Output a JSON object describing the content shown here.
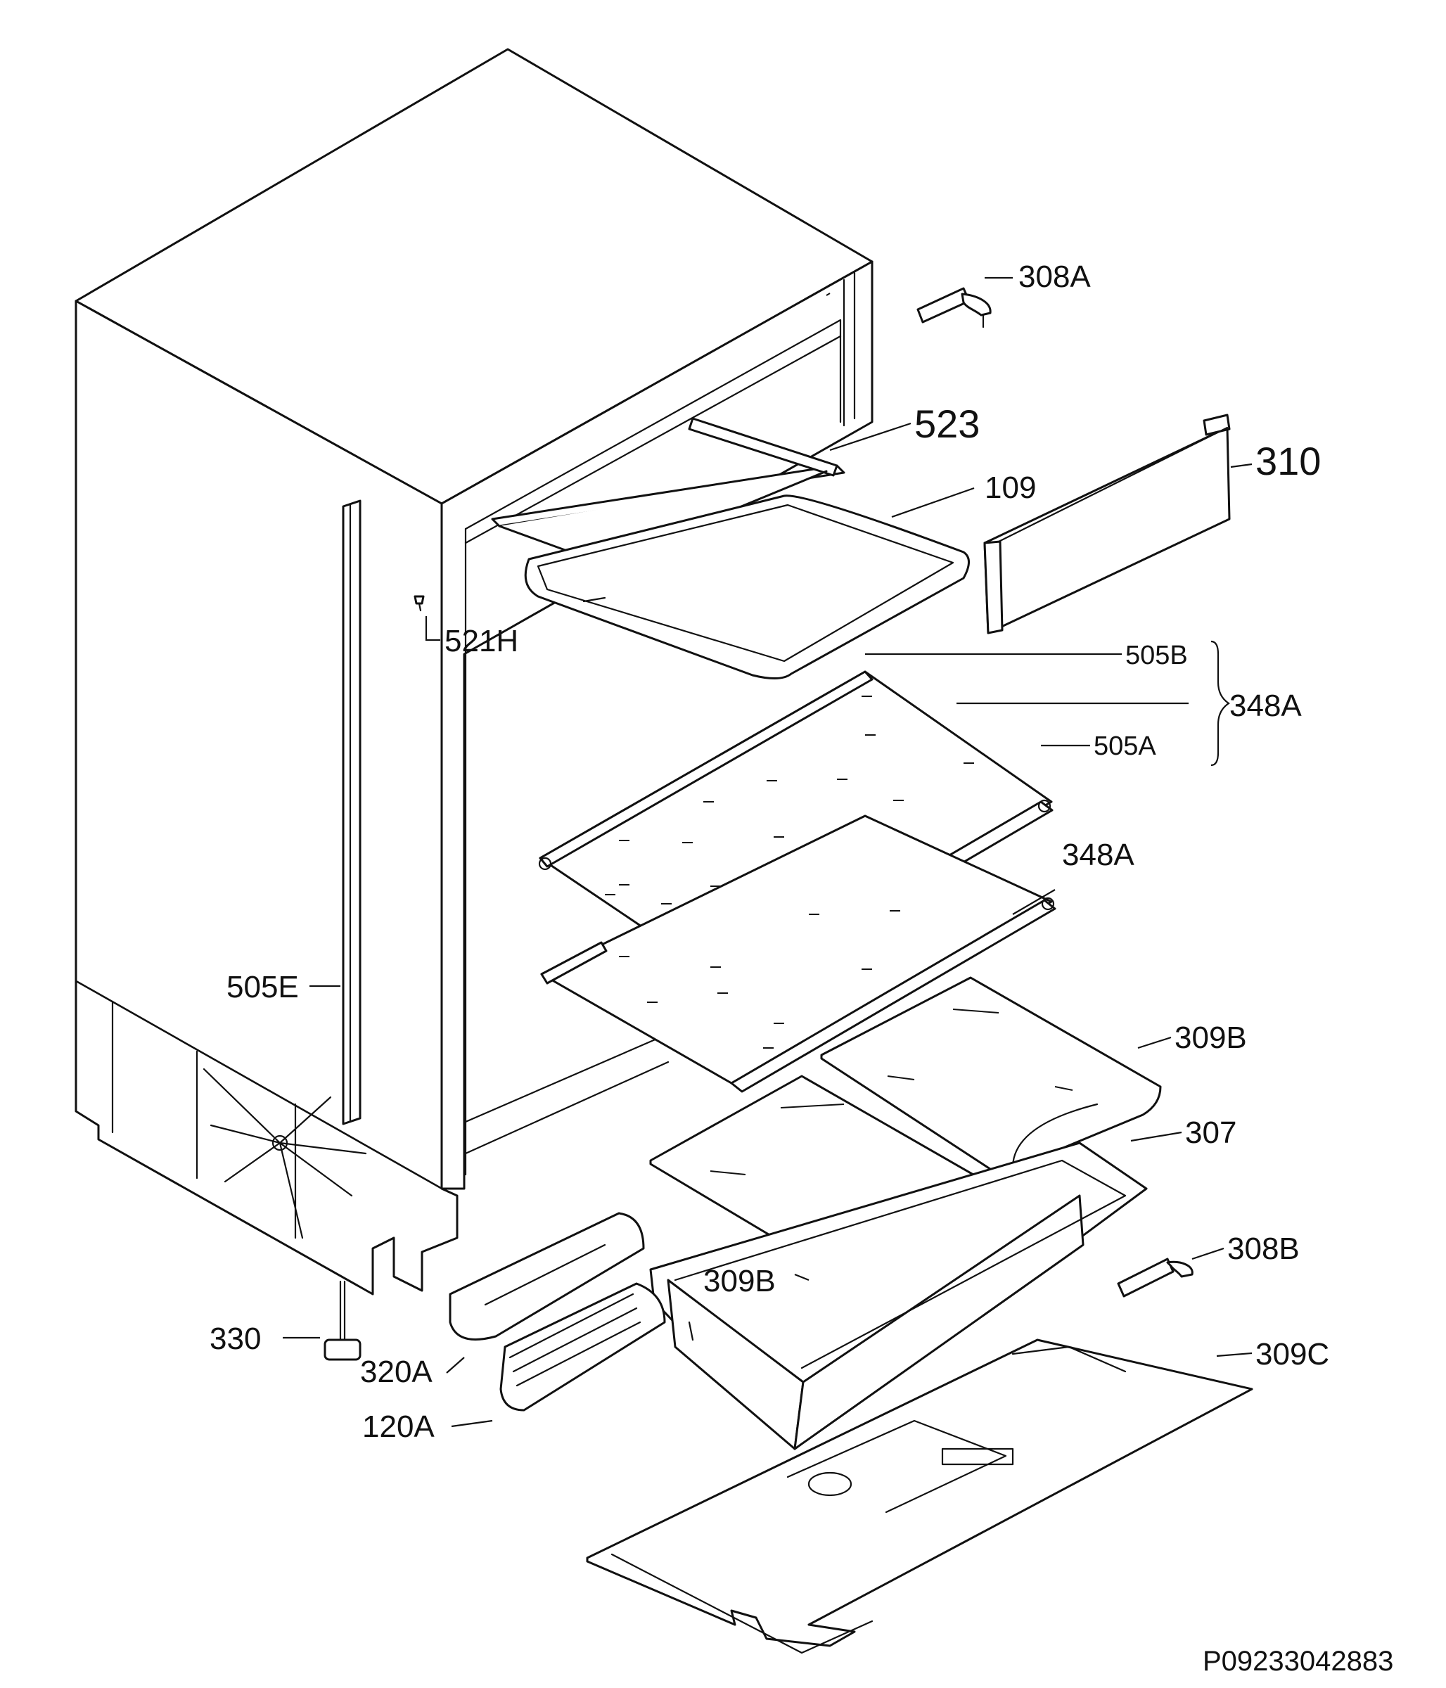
{
  "diagram": {
    "reference_code": "P09233042883",
    "labels": {
      "308A": "308A",
      "523": "523",
      "310": "310",
      "109": "109",
      "521H": "521H",
      "505B": "505B",
      "348A_group": "348A",
      "505A": "505A",
      "348A_shelf": "348A",
      "505E": "505E",
      "309B_right": "309B",
      "307": "307",
      "308B": "308B",
      "309B_left": "309B",
      "330": "330",
      "320A": "320A",
      "309C": "309C",
      "120A": "120A"
    }
  }
}
